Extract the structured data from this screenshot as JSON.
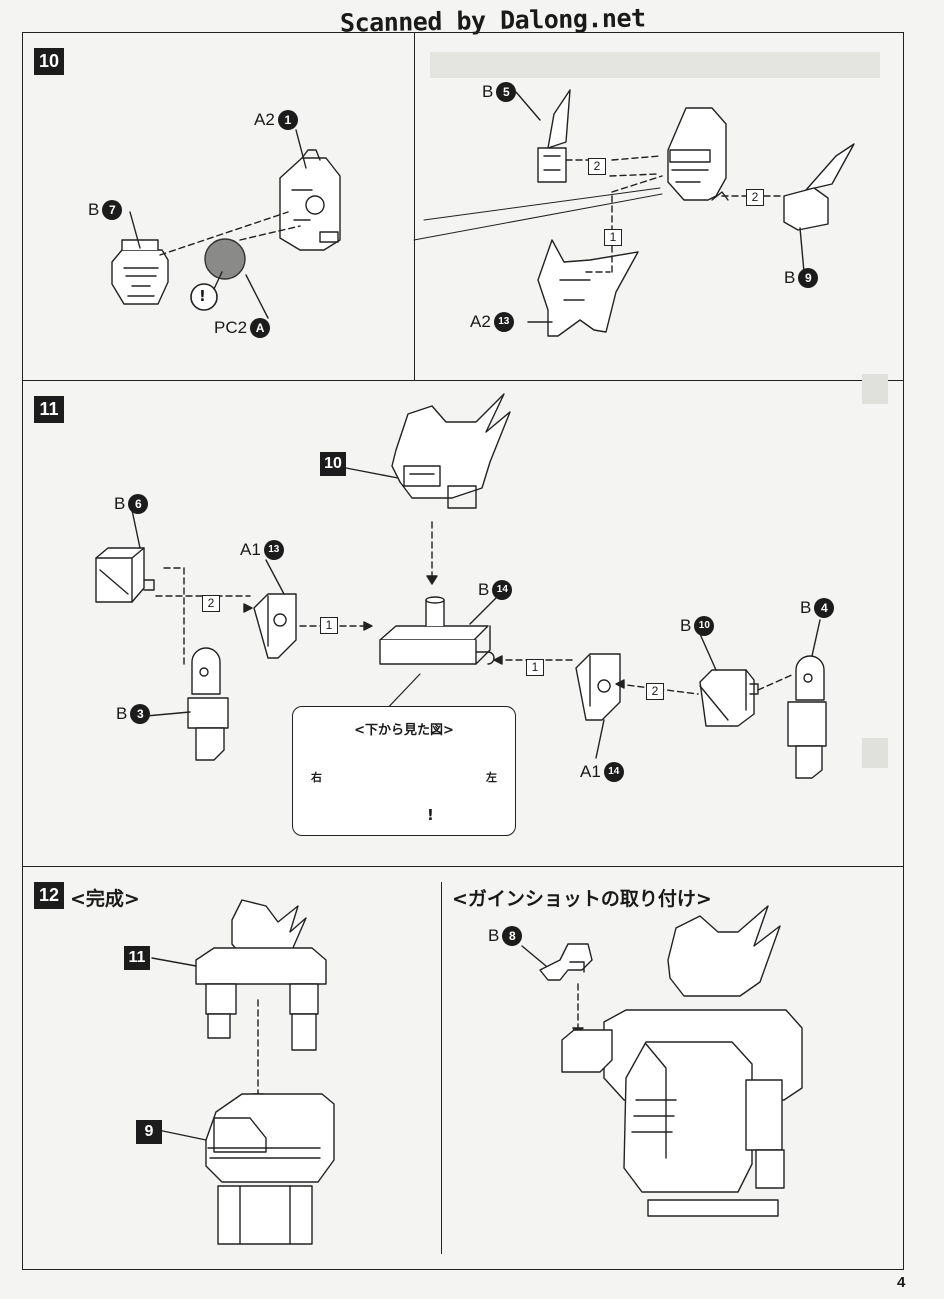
{
  "header": {
    "watermark": "Scanned by Dalong.net"
  },
  "steps": [
    {
      "number": "10"
    },
    {
      "number": "11"
    },
    {
      "number": "12",
      "title": "<完成>"
    }
  ],
  "section_title_attach": "<ガインショットの取り付け>",
  "callouts": {
    "s10_a2_1": {
      "label": "A2",
      "num": "1"
    },
    "s10_b_7": {
      "label": "B",
      "num": "7"
    },
    "s10_pc2_a": {
      "label": "PC2",
      "num": "A"
    },
    "s10_b_5": {
      "label": "B",
      "num": "5"
    },
    "s10_b_9": {
      "label": "B",
      "num": "9"
    },
    "s10_a2_13": {
      "label": "A2",
      "num": "13"
    },
    "s11_b_6": {
      "label": "B",
      "num": "6"
    },
    "s11_a1_13": {
      "label": "A1",
      "num": "13"
    },
    "s11_b_14": {
      "label": "B",
      "num": "14"
    },
    "s11_b_10": {
      "label": "B",
      "num": "10"
    },
    "s11_b_4": {
      "label": "B",
      "num": "4"
    },
    "s11_b_3": {
      "label": "B",
      "num": "3"
    },
    "s11_a1_14": {
      "label": "A1",
      "num": "14"
    },
    "s12_b_8": {
      "label": "B",
      "num": "8"
    }
  },
  "refs": {
    "s11_ref10": "10",
    "s12_ref11": "11",
    "s12_ref9": "9"
  },
  "sequence_marks": {
    "one": "1",
    "two": "2"
  },
  "detail_view": {
    "title": "<下から見た図>",
    "left": "右",
    "right": "左"
  },
  "caution_symbol": "!",
  "page_number": "4"
}
